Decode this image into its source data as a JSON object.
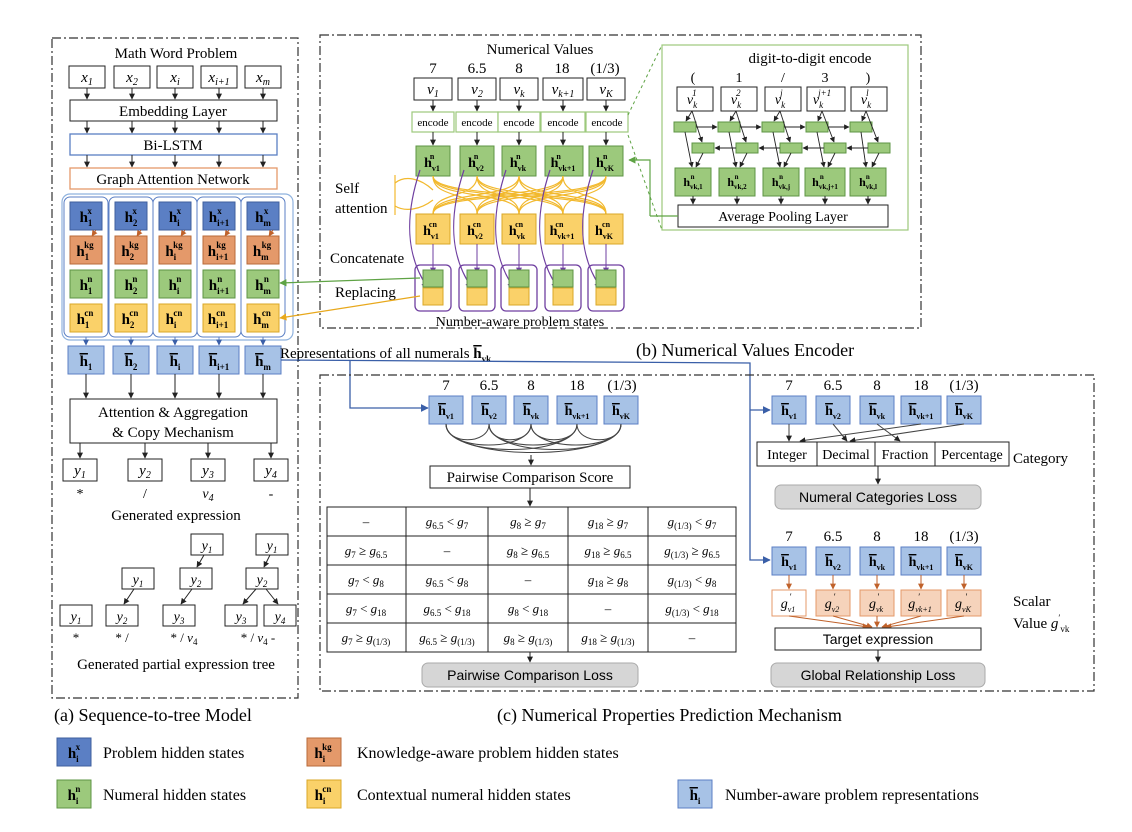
{
  "panel_a": {
    "caption": "(a) Sequence-to-tree Model",
    "input_title": "Math Word Problem",
    "tokens": [
      "x1",
      "x2",
      "xi",
      "xi+1",
      "xm"
    ],
    "embedding_label": "Embedding Layer",
    "bilstm_label": "Bi-LSTM",
    "gat_label": "Graph Attention Network",
    "state_subscripts": [
      "1",
      "2",
      "i",
      "i+1",
      "m"
    ],
    "attention_label_line1": "Attention & Aggregation",
    "attention_label_line2": "& Copy Mechanism",
    "outputs": [
      "y1",
      "y2",
      "y3",
      "y4"
    ],
    "output_ops": [
      "*",
      "/",
      "v4",
      "-"
    ],
    "generated_expression_label": "Generated expression",
    "tree_leaf_labels": [
      "*",
      "* /",
      "* / v4",
      "* / v4 -"
    ],
    "generated_tree_label": "Generated partial expression tree"
  },
  "panel_b": {
    "caption": "(b) Numerical Values Encoder",
    "title": "Numerical Values",
    "values": [
      "7",
      "6.5",
      "8",
      "18",
      "(1/3)"
    ],
    "value_vars": [
      "v1",
      "v2",
      "vk",
      "vk+1",
      "vK"
    ],
    "encode_label": "encode",
    "self_attention_line1": "Self",
    "self_attention_line2": "attention",
    "concatenate_label": "Concatenate",
    "replacing_label": "Replacing",
    "states_label": "Number-aware problem states",
    "representations_label": "Representations of all numerals",
    "digit_title": "digit-to-digit encode",
    "digits": [
      "(",
      "1",
      "/",
      "3",
      ")"
    ],
    "digit_superscripts": [
      "1",
      "2",
      "j",
      "j+1",
      "l"
    ],
    "pooling_label": "Average Pooling Layer"
  },
  "panel_c": {
    "caption": "(c) Numerical Properties Prediction Mechanism",
    "pairwise_score_label": "Pairwise Comparison Score",
    "pairwise_loss_label": "Pairwise Comparison Loss",
    "categories": [
      "Integer",
      "Decimal",
      "Fraction",
      "Percentage"
    ],
    "category_label": "Category",
    "category_loss_label": "Numeral Categories Loss",
    "scalar_label_line1": "Scalar",
    "scalar_label_line2": "Value",
    "target_expression_label": "Target expression",
    "global_loss_label": "Global Relationship Loss"
  },
  "legend": {
    "problem_hidden": "Problem hidden states",
    "knowledge_hidden": "Knowledge-aware problem hidden states",
    "numeral_hidden": "Numeral hidden states",
    "contextual_hidden": "Contextual numeral hidden states",
    "number_aware": "Number-aware problem representations"
  },
  "colors": {
    "blue_dark": "#5B7FC4",
    "blue_light": "#A7C2E6",
    "orange": "#E4996A",
    "orange_light": "#F6D3BB",
    "green": "#9CC97C",
    "yellow": "#FAD169",
    "purple": "#6F3FA0",
    "gray_box": "#D6D6D6"
  }
}
